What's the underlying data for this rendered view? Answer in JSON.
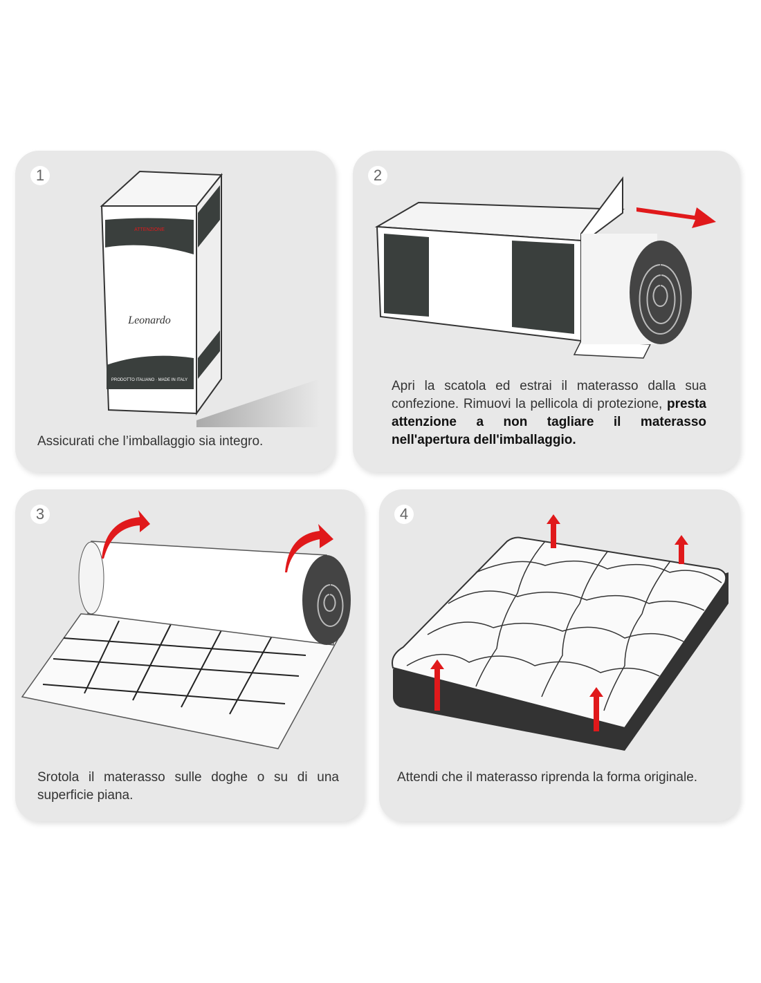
{
  "steps": [
    {
      "number": "1",
      "caption": "Assicurati che l’imballaggio sia integro."
    },
    {
      "number": "2",
      "caption": "Apri la scatola ed estrai il materasso dalla sua confezione. Rimuovi la pellicola di protezione,",
      "caption_bold": "presta attenzione a non tagliare il materasso nell'apertura dell'imballaggio."
    },
    {
      "number": "3",
      "caption": "Srotola il materasso sulle doghe o su di una superficie piana."
    },
    {
      "number": "4",
      "caption": "Attendi che il materasso riprenda la forma originale."
    }
  ],
  "box": {
    "brand": "Leonardo",
    "warning": "ATTENZIONE",
    "made_in": "PRODOTTO ITALIANO · MADE IN ITALY"
  },
  "colors": {
    "panel": "#e8e8e8",
    "arrow": "#e0191b",
    "dark": "#3a3f3d"
  }
}
